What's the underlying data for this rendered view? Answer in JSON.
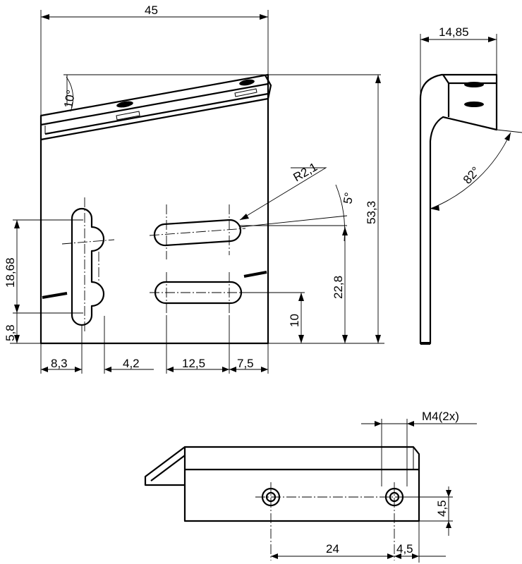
{
  "dimensions": {
    "width_45": "45",
    "angle_10": "10°",
    "radius": "R2,1",
    "angle_5": "5°",
    "height_53_3": "53,3",
    "height_18_68": "18,68",
    "height_5_8": "5,8",
    "height_22_8": "22,8",
    "height_10": "10",
    "width_8_3": "8,3",
    "width_4_2": "4,2",
    "width_12_5": "12,5",
    "width_7_5": "7,5",
    "side_width": "14,85",
    "side_angle": "82°",
    "thread": "M4(2x)",
    "hole_height": "4,5",
    "hole_pitch": "24",
    "hole_edge": "4,5"
  }
}
